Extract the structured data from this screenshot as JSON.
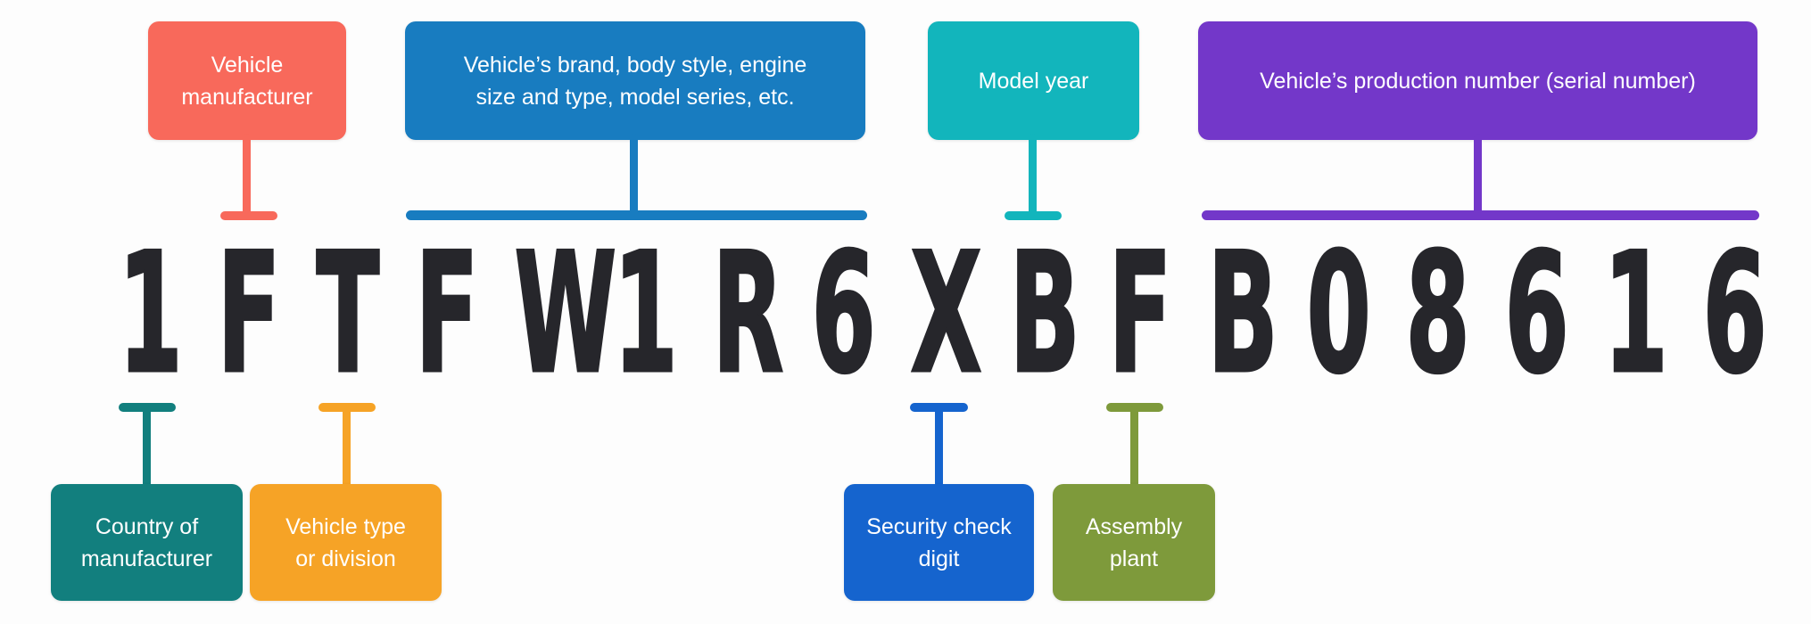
{
  "background": "#fdfdfd",
  "text_color": "#ffffff",
  "vin": {
    "value": "1FTFW1R6XBFB08616",
    "color": "#26262b",
    "characters": [
      "1",
      "F",
      "T",
      "F",
      "W",
      "1",
      "R",
      "6",
      "X",
      "B",
      "F",
      "B",
      "0",
      "8",
      "6",
      "1",
      "6"
    ]
  },
  "callouts": {
    "top": [
      {
        "id": "vehicle-manufacturer",
        "lines": [
          "Vehicle",
          "manufacturer"
        ],
        "color": "#f8695b"
      },
      {
        "id": "brand-body-style",
        "lines": [
          "Vehicle’s brand, body style, engine",
          "size and type, model series, etc."
        ],
        "color": "#187cc0"
      },
      {
        "id": "model-year",
        "lines": [
          "Model year"
        ],
        "color": "#12b5bc"
      },
      {
        "id": "production-number",
        "lines": [
          "Vehicle’s production number (serial number)"
        ],
        "color": "#7337c9"
      }
    ],
    "bottom": [
      {
        "id": "country-of-manufacturer",
        "lines": [
          "Country of",
          "manufacturer"
        ],
        "color": "#127f7e"
      },
      {
        "id": "vehicle-type-or-division",
        "lines": [
          "Vehicle type",
          "or division"
        ],
        "color": "#f6a326"
      },
      {
        "id": "security-check-digit",
        "lines": [
          "Security check",
          "digit"
        ],
        "color": "#1564ce"
      },
      {
        "id": "assembly-plant",
        "lines": [
          "Assembly",
          "plant"
        ],
        "color": "#7e9a3b"
      }
    ]
  }
}
